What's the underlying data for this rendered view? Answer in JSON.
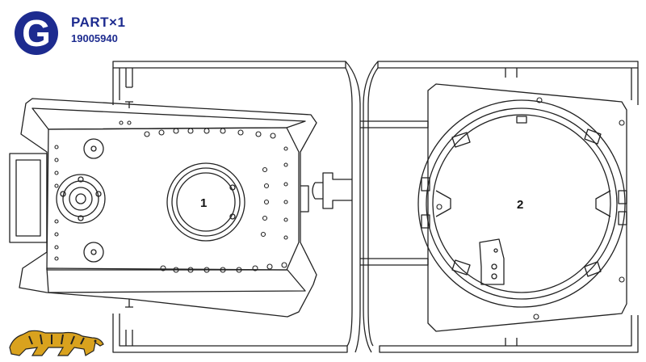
{
  "header": {
    "sprue_letter": "G",
    "part_label": "PART×1",
    "part_number": "19005940"
  },
  "parts": [
    {
      "number": "1"
    },
    {
      "number": "2"
    }
  ],
  "colors": {
    "badge": "#1d2b8f",
    "line": "#222222",
    "logo_tiger": "#d9a21e"
  },
  "logo": {
    "icon": "tiger-icon"
  }
}
